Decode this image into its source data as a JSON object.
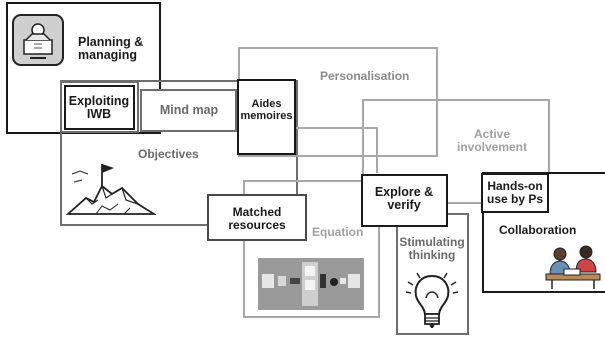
{
  "diagram": {
    "planning": "Planning & managing",
    "exploiting": "Exploiting IWB",
    "mind_map": "Mind map",
    "objectives": "Objectives",
    "aides": "Aides memoires",
    "personalisation": "Personalisation",
    "active": "Active involvement",
    "explore": "Explore & verify",
    "hands_on": "Hands-on use by Ps",
    "collaboration": "Collaboration",
    "matched": "Matched resources",
    "equation": "Equation",
    "stimulating": "Stimulating thinking"
  },
  "colors": {
    "dark_border": "#1a1a1a",
    "mid_border": "#6e6e6e",
    "light_border": "#a8a8a8"
  }
}
